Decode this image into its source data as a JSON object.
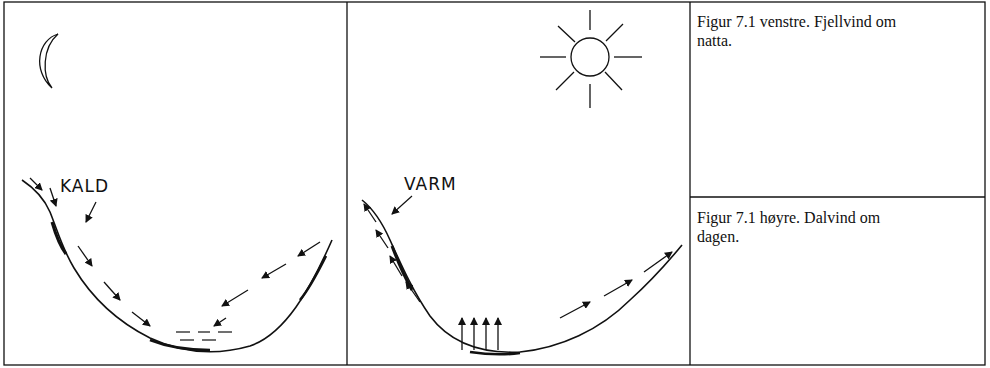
{
  "diagram": {
    "labels": [
      "KALD",
      "VARM",
      "Figur 7.1 venstre. Fjellvind om natta.",
      "Figur 7.1 høyre. Dalvind om dagen."
    ]
  }
}
